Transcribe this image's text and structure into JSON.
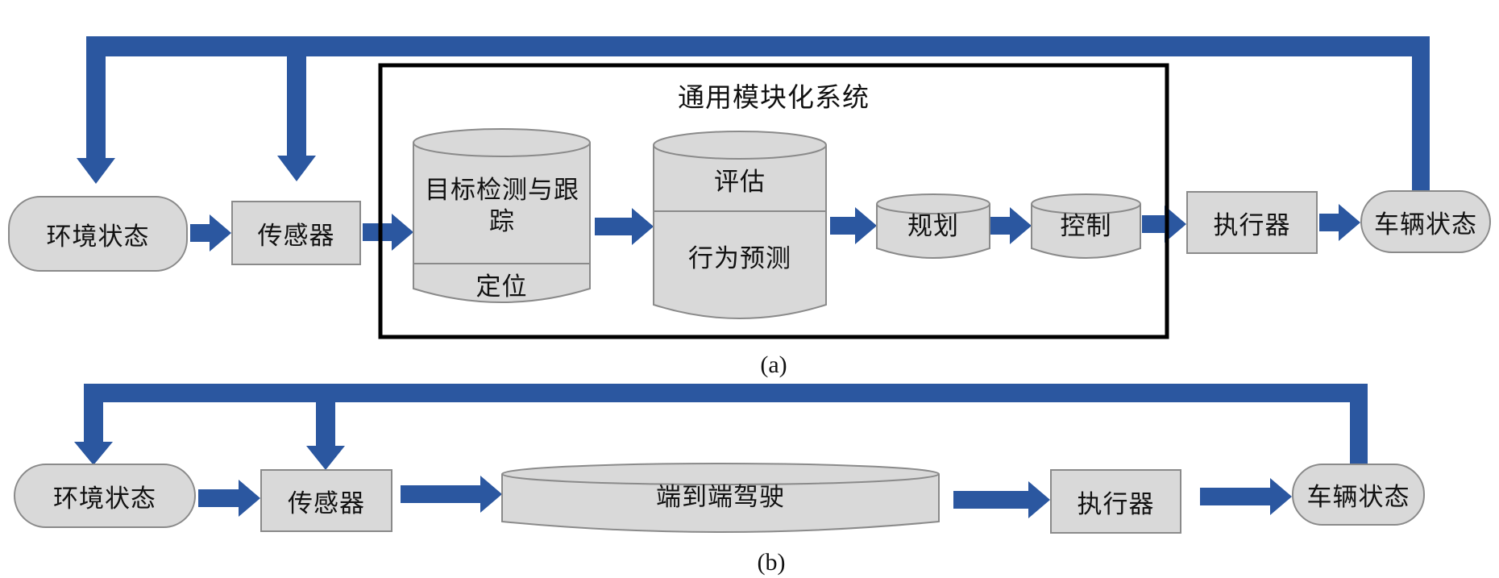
{
  "colors": {
    "arrow_blue": "#2b57a0",
    "node_fill": "#d9d9d9",
    "node_border": "#8a8a8a",
    "box_border": "#000000"
  },
  "panel_a": {
    "label": "(a)",
    "system_box_title": "通用模块化系统",
    "env_state": "环境状态",
    "sensor": "传感器",
    "detection_tracking": "目标检测与跟踪",
    "localization": "定位",
    "evaluation": "评估",
    "behavior_prediction": "行为预测",
    "planning": "规划",
    "control": "控制",
    "actuator": "执行器",
    "vehicle_state": "车辆状态"
  },
  "panel_b": {
    "label": "(b)",
    "env_state": "环境状态",
    "sensor": "传感器",
    "end_to_end_driving": "端到端驾驶",
    "actuator": "执行器",
    "vehicle_state": "车辆状态"
  }
}
